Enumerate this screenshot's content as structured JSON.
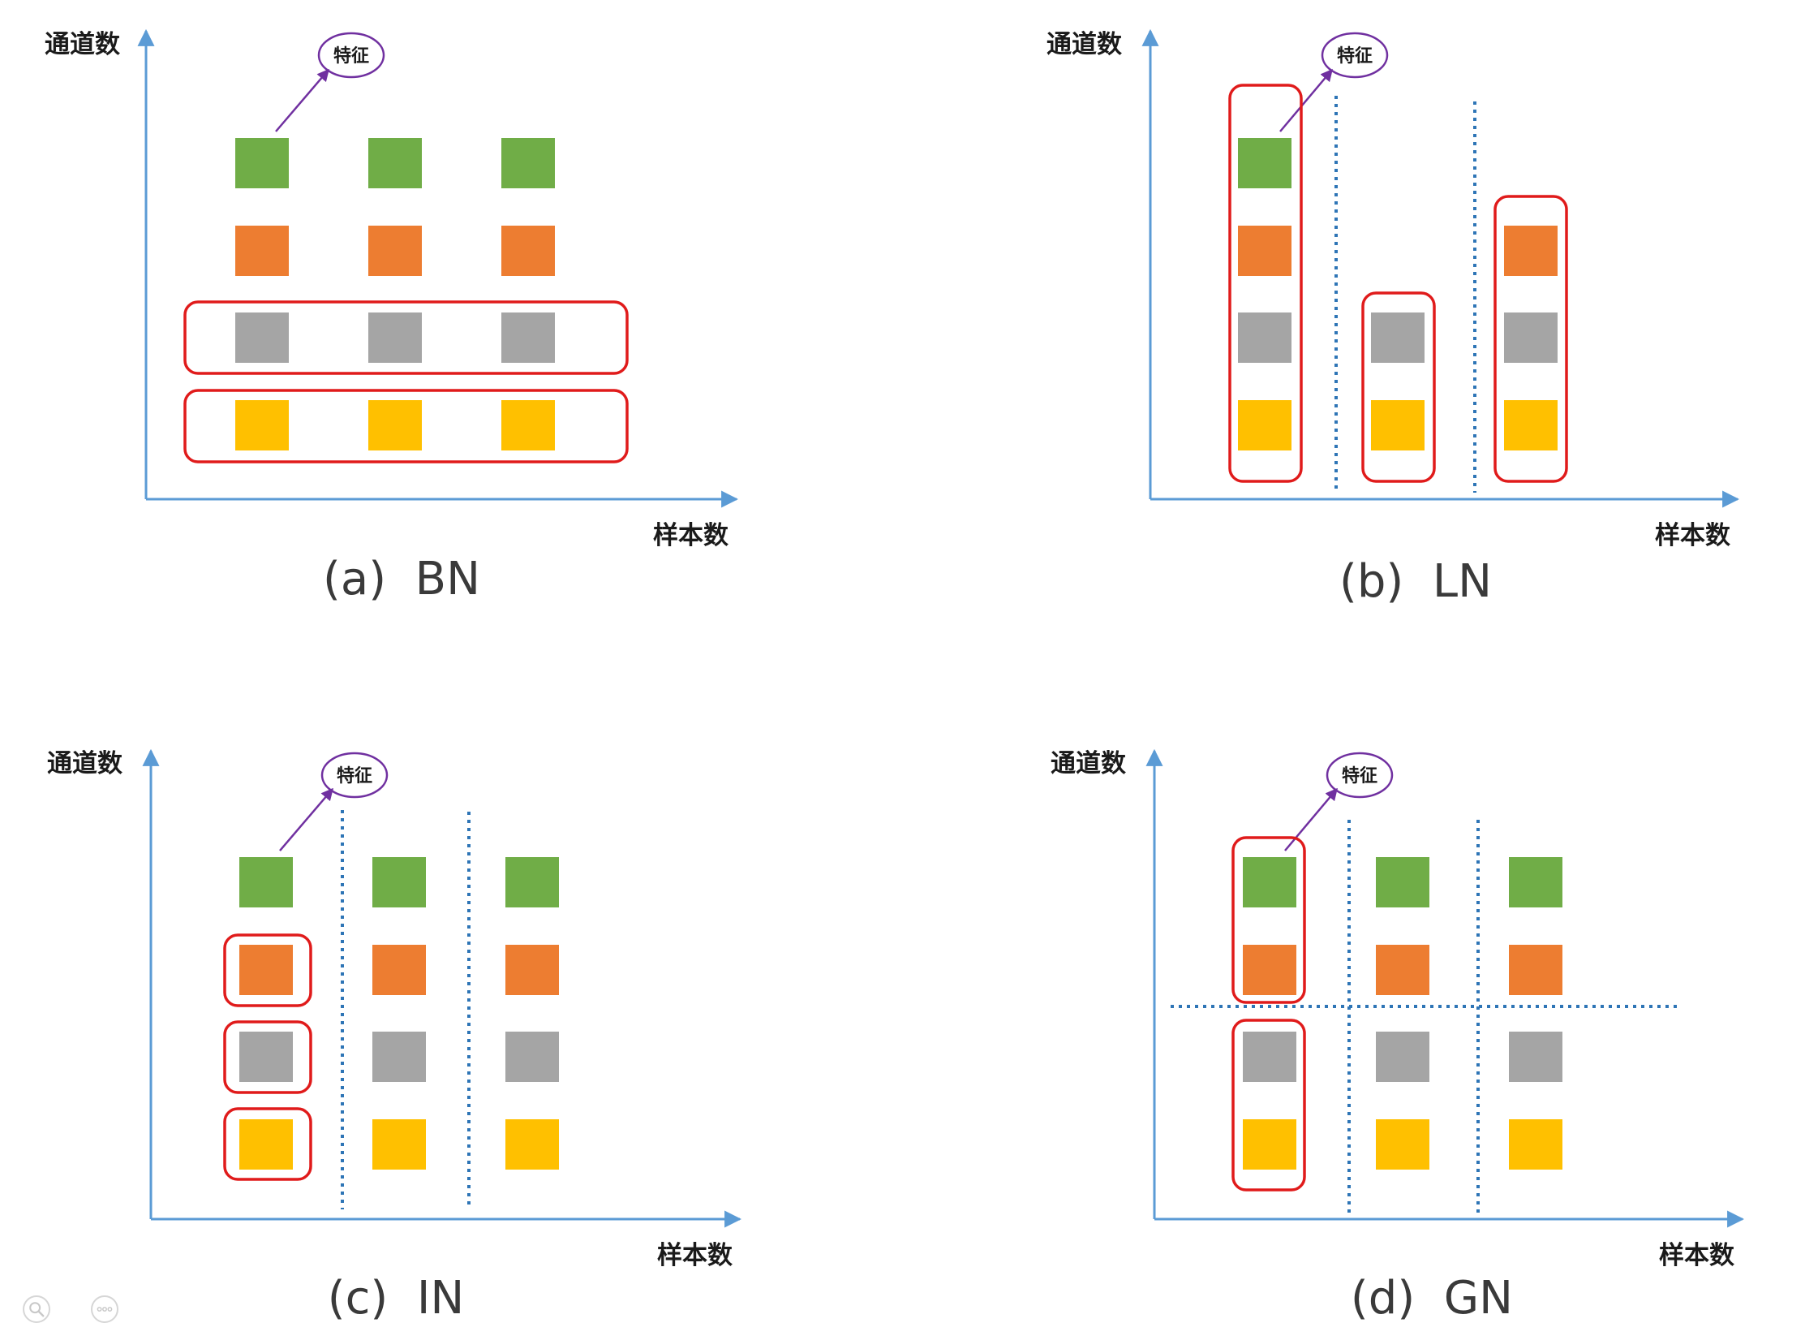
{
  "panels": [
    {
      "id": "a",
      "caption": "(a)  BN",
      "y_axis_label": "通道数",
      "x_axis_label": "样本数",
      "feature_label": "特征"
    },
    {
      "id": "b",
      "caption": "(b)  LN",
      "y_axis_label": "通道数",
      "x_axis_label": "样本数",
      "feature_label": "特征"
    },
    {
      "id": "c",
      "caption": "(c)  IN",
      "y_axis_label": "通道数",
      "x_axis_label": "样本数",
      "feature_label": "特征"
    },
    {
      "id": "d",
      "caption": "(d)  GN",
      "y_axis_label": "通道数",
      "x_axis_label": "样本数",
      "feature_label": "特征"
    }
  ],
  "colors": {
    "channel_1": "#70AD47",
    "channel_2": "#ED7D31",
    "channel_3": "#A5A5A5",
    "channel_4": "#FFC000",
    "axis": "#5B9BD5",
    "group_outline": "#E01B1B",
    "divider": "#2E75B6",
    "feature_bubble": "#7030A0"
  },
  "toolbar": {
    "zoom_icon": "magnifier-icon",
    "more_icon": "ellipsis-icon"
  }
}
